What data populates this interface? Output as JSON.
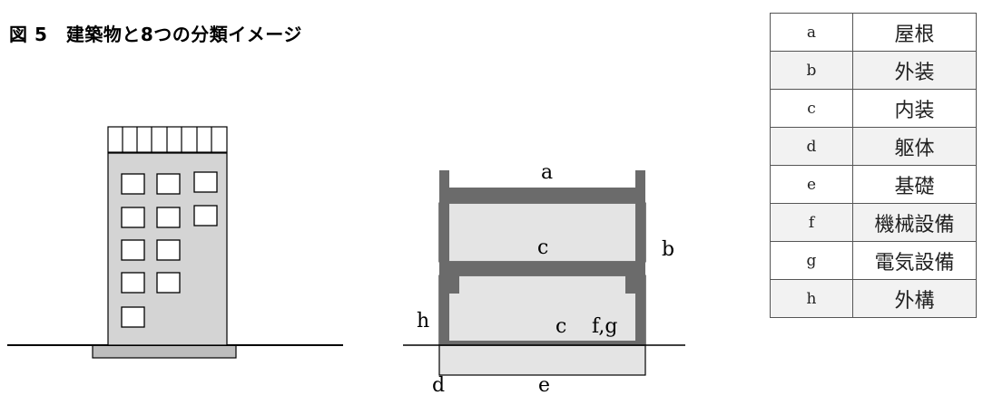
{
  "title": "図 5　建築物と8つの分類イメージ",
  "section_labels": {
    "a": "a",
    "b": "b",
    "c_upper": "c",
    "c_lower": "c",
    "fg": "f,g",
    "h": "h",
    "d": "d",
    "e": "e"
  },
  "legend": [
    {
      "key": "a",
      "value": "屋根"
    },
    {
      "key": "b",
      "value": "外装"
    },
    {
      "key": "c",
      "value": "内装"
    },
    {
      "key": "d",
      "value": "躯体"
    },
    {
      "key": "e",
      "value": "基礎"
    },
    {
      "key": "f",
      "value": "機械設備"
    },
    {
      "key": "g",
      "value": "電気設備"
    },
    {
      "key": "h",
      "value": "外構"
    }
  ],
  "colors": {
    "structure": "#6b6b6b",
    "interior": "#e4e4e4",
    "building_body": "#d4d4d4",
    "foundation": "#bdbdbd"
  }
}
